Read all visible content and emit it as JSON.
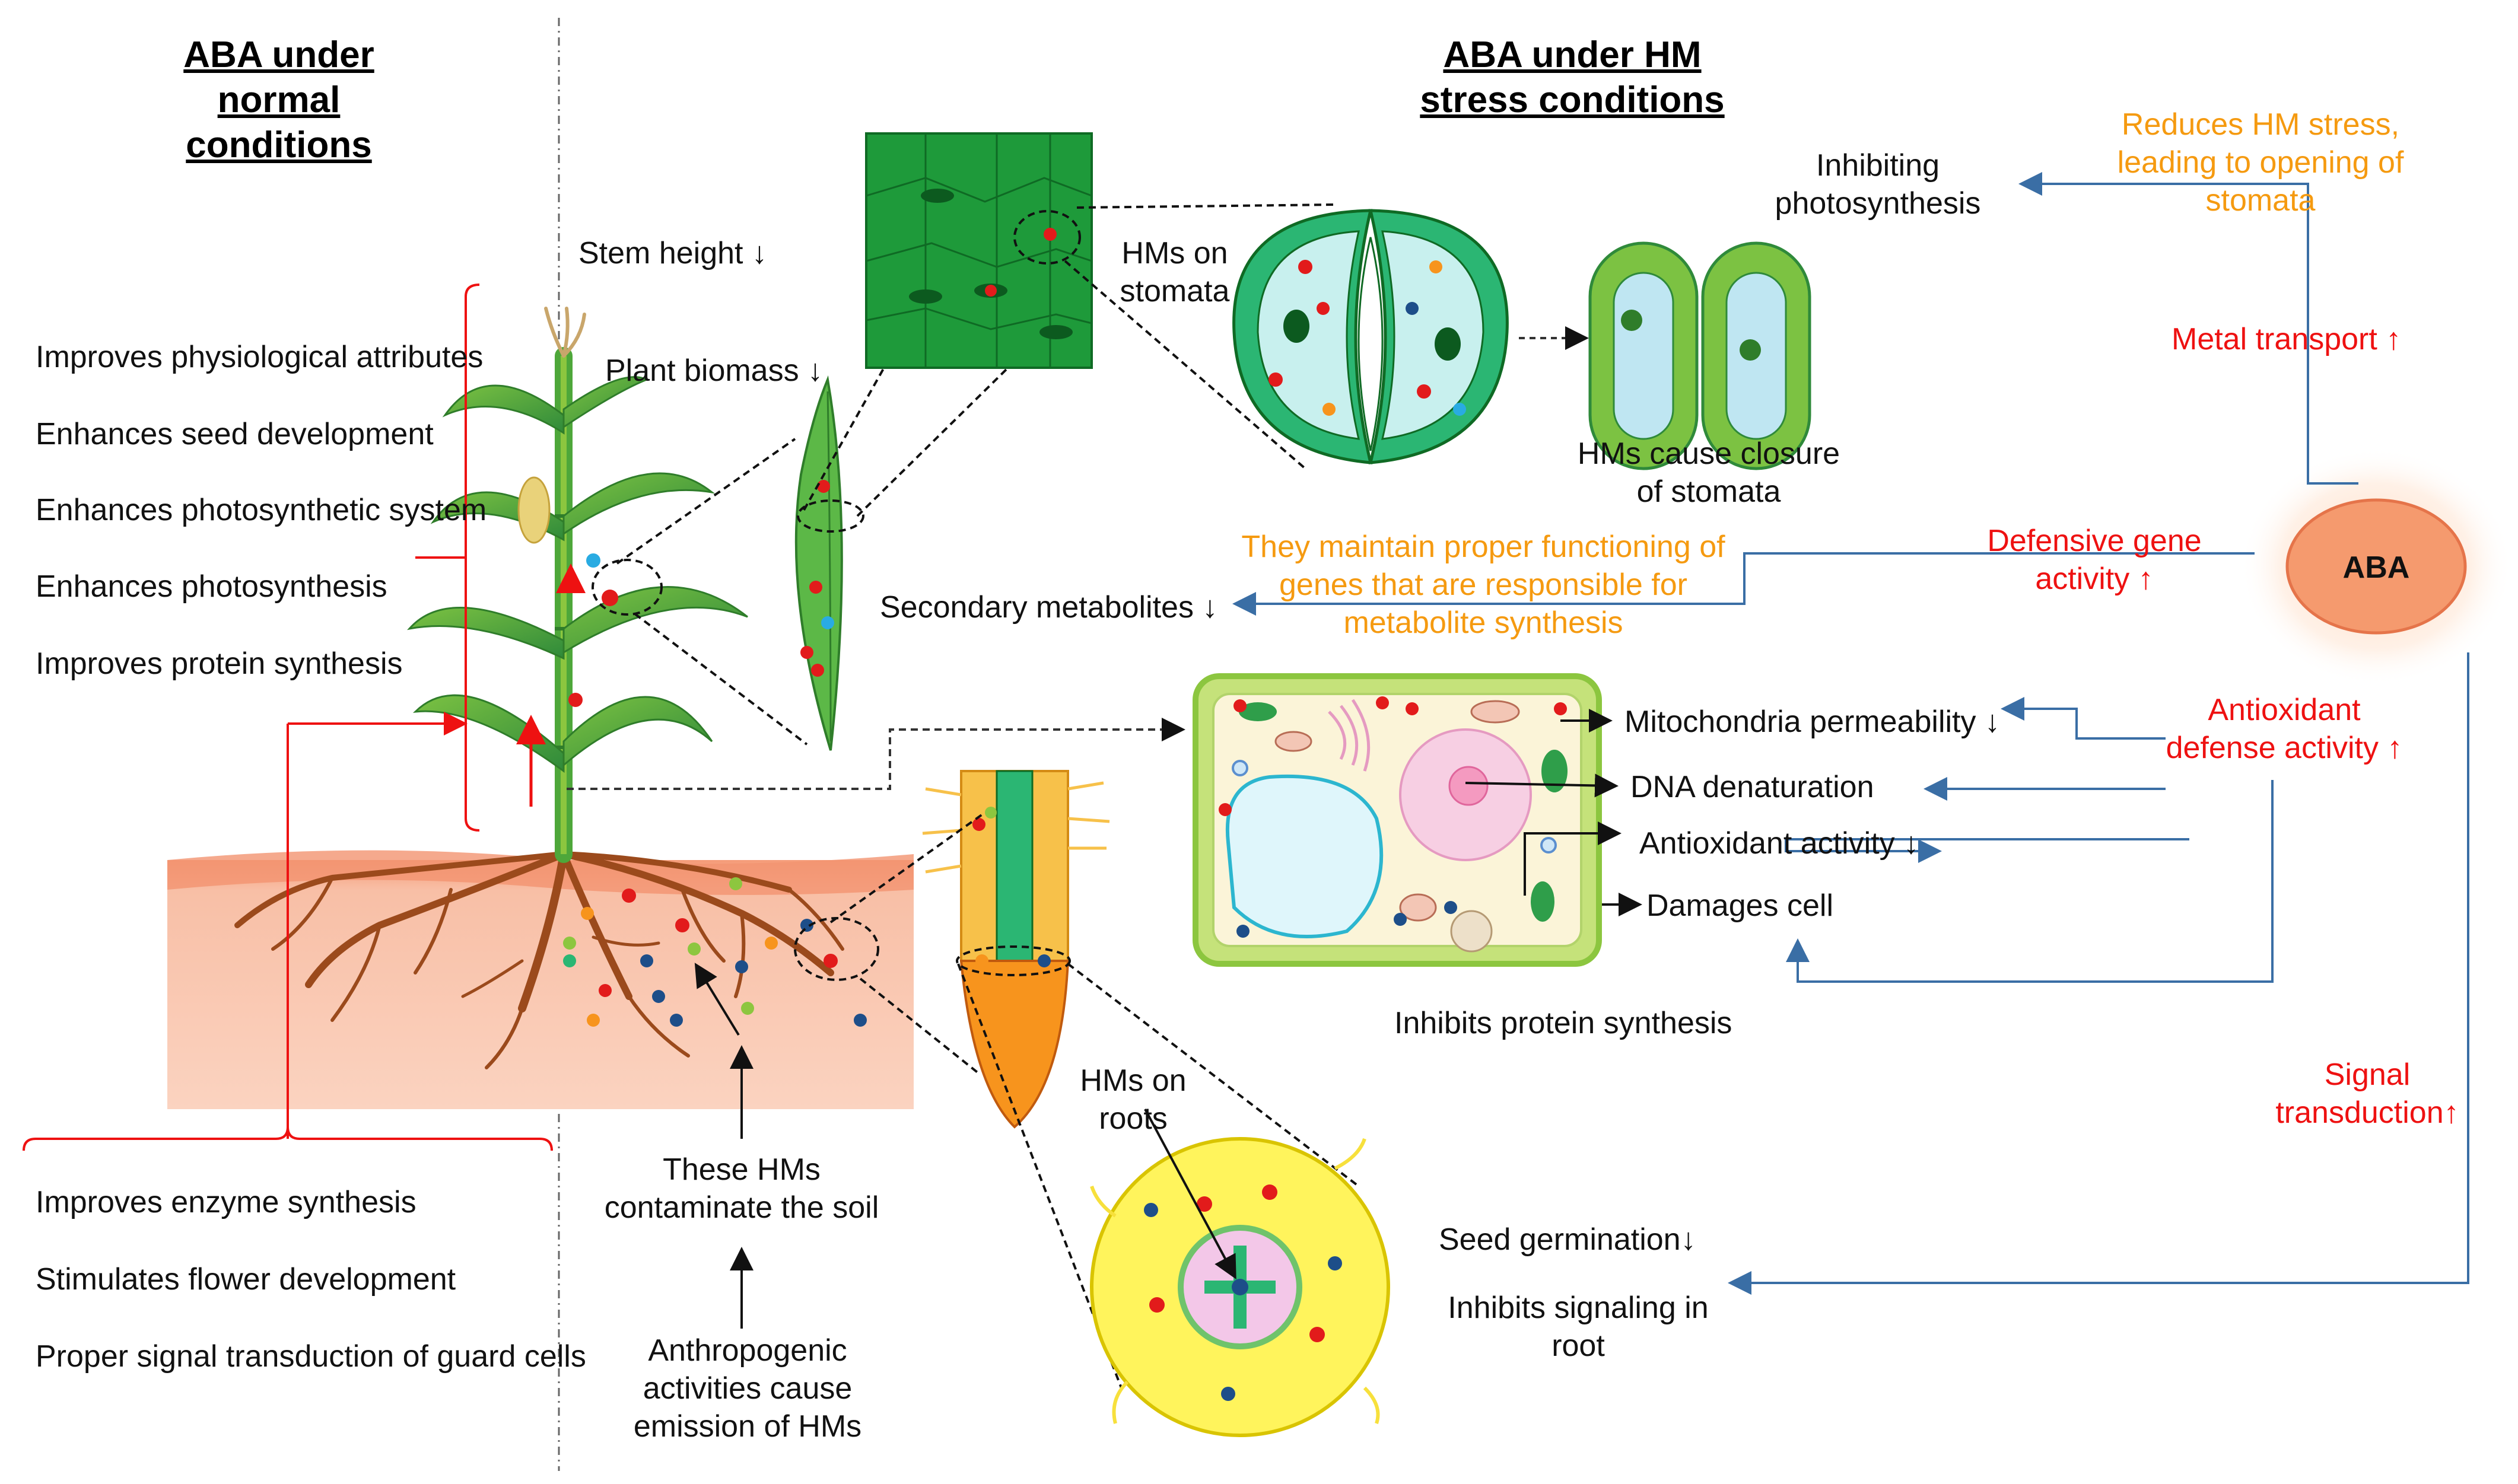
{
  "left": {
    "title": "ABA under\nnormal\nconditions",
    "benefits_top": [
      "Improves physiological attributes",
      "Enhances seed development",
      "Enhances photosynthetic system",
      "Enhances photosynthesis",
      "Improves protein synthesis"
    ],
    "benefits_bottom": [
      "Improves enzyme synthesis",
      "Stimulates flower development",
      "Proper signal transduction of guard cells"
    ]
  },
  "right": {
    "title": "ABA under HM\nstress conditions",
    "aba_label": "ABA"
  },
  "labels": {
    "stem_height": "Stem height ↓",
    "plant_biomass": "Plant biomass ↓",
    "hms_on_stomata": "HMs on\nstomata",
    "hms_closure": "HMs cause closure\nof stomata",
    "inhibiting_photosynthesis": "Inhibiting\nphotosynthesis",
    "secondary_metabolites": "Secondary metabolites ↓",
    "mito_perm": "Mitochondria permeability ↓",
    "dna": "DNA denaturation",
    "antiox_activity": "Antioxidant activity ↓",
    "damages_cell": "Damages cell",
    "inhibits_protein": "Inhibits protein synthesis",
    "hms_on_roots": "HMs on\nroots",
    "contaminate": "These HMs\ncontaminate the soil",
    "anthropogenic": "Anthropogenic\nactivities cause\nemission of HMs",
    "seed_germ": "Seed germination↓",
    "inhibits_signaling": "Inhibits signaling in\nroot"
  },
  "aba_effects": {
    "reduces_stress": "Reduces HM stress,\nleading to opening of\nstomata",
    "metal_transport": "Metal transport ↑",
    "defensive_gene": "Defensive gene\nactivity ↑",
    "maintain_genes": "They maintain proper functioning of\ngenes that are responsible for\nmetabolite synthesis",
    "antiox_defense": "Antioxidant\ndefense activity ↑",
    "signal": "Signal\ntransduction↑"
  },
  "colors": {
    "red_text": "#ee1111",
    "orange_text": "#f59a10",
    "connector_blue": "#3a6ea5",
    "leaf_green": "#2fa84f",
    "soil": "#f7b79a",
    "root": "#9b4a1c",
    "aba_fill": "#f59a6e"
  }
}
